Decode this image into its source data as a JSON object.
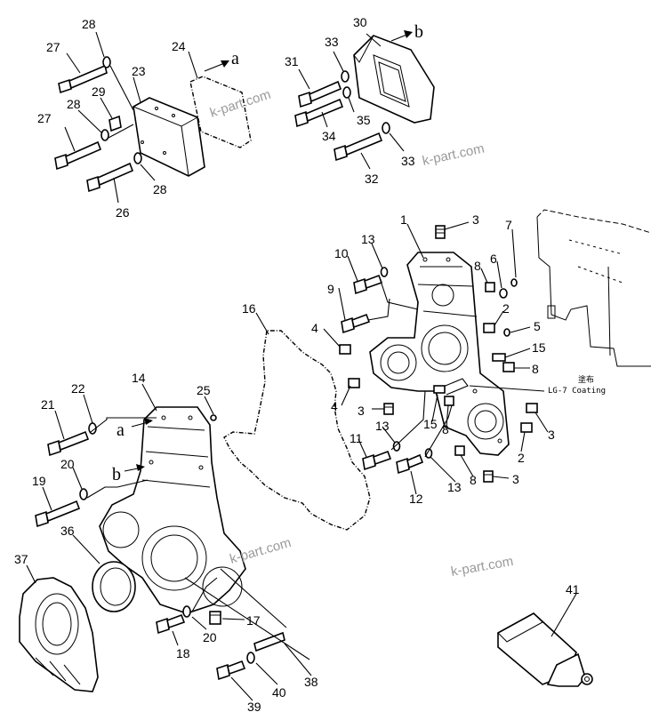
{
  "callouts": [
    {
      "id": "c27a",
      "label": "27"
    },
    {
      "id": "c28a",
      "label": "28"
    },
    {
      "id": "c23",
      "label": "23"
    },
    {
      "id": "c24",
      "label": "24"
    },
    {
      "id": "c29",
      "label": "29"
    },
    {
      "id": "c28b",
      "label": "28"
    },
    {
      "id": "c27b",
      "label": "27"
    },
    {
      "id": "c28c",
      "label": "28"
    },
    {
      "id": "c26",
      "label": "26"
    },
    {
      "id": "c30",
      "label": "30"
    },
    {
      "id": "c33a",
      "label": "33"
    },
    {
      "id": "c31",
      "label": "31"
    },
    {
      "id": "c35",
      "label": "35"
    },
    {
      "id": "c34",
      "label": "34"
    },
    {
      "id": "c33b",
      "label": "33"
    },
    {
      "id": "c32",
      "label": "32"
    },
    {
      "id": "c1",
      "label": "1"
    },
    {
      "id": "c3a",
      "label": "3"
    },
    {
      "id": "c13a",
      "label": "13"
    },
    {
      "id": "c10",
      "label": "10"
    },
    {
      "id": "c7",
      "label": "7"
    },
    {
      "id": "c8a",
      "label": "8"
    },
    {
      "id": "c6",
      "label": "6"
    },
    {
      "id": "c9",
      "label": "9"
    },
    {
      "id": "c2a",
      "label": "2"
    },
    {
      "id": "c4a",
      "label": "4"
    },
    {
      "id": "c5",
      "label": "5"
    },
    {
      "id": "c15a",
      "label": "15"
    },
    {
      "id": "c8b",
      "label": "8"
    },
    {
      "id": "c4b",
      "label": "4"
    },
    {
      "id": "c3b",
      "label": "3"
    },
    {
      "id": "c15b",
      "label": "15"
    },
    {
      "id": "c8c",
      "label": "8"
    },
    {
      "id": "c3c",
      "label": "3"
    },
    {
      "id": "c13b",
      "label": "13"
    },
    {
      "id": "c11",
      "label": "11"
    },
    {
      "id": "c2b",
      "label": "2"
    },
    {
      "id": "c12",
      "label": "12"
    },
    {
      "id": "c13c",
      "label": "13"
    },
    {
      "id": "c8d",
      "label": "8"
    },
    {
      "id": "c3d",
      "label": "3"
    },
    {
      "id": "c16",
      "label": "16"
    },
    {
      "id": "c14",
      "label": "14"
    },
    {
      "id": "c25",
      "label": "25"
    },
    {
      "id": "c22",
      "label": "22"
    },
    {
      "id": "c21",
      "label": "21"
    },
    {
      "id": "c20a",
      "label": "20"
    },
    {
      "id": "c19",
      "label": "19"
    },
    {
      "id": "c36",
      "label": "36"
    },
    {
      "id": "c37",
      "label": "37"
    },
    {
      "id": "c17",
      "label": "17"
    },
    {
      "id": "c20b",
      "label": "20"
    },
    {
      "id": "c18",
      "label": "18"
    },
    {
      "id": "c38",
      "label": "38"
    },
    {
      "id": "c40",
      "label": "40"
    },
    {
      "id": "c39",
      "label": "39"
    },
    {
      "id": "c41",
      "label": "41"
    }
  ],
  "arrow_labels": {
    "a_top": "a",
    "b_top": "b",
    "a_side": "a",
    "b_side": "b"
  },
  "coating_note": {
    "kanji": "塗布",
    "text": "LG-7  Coating"
  },
  "watermarks": [
    "k-part.com",
    "k-part.com",
    "k-part.com",
    "k-part.com"
  ]
}
